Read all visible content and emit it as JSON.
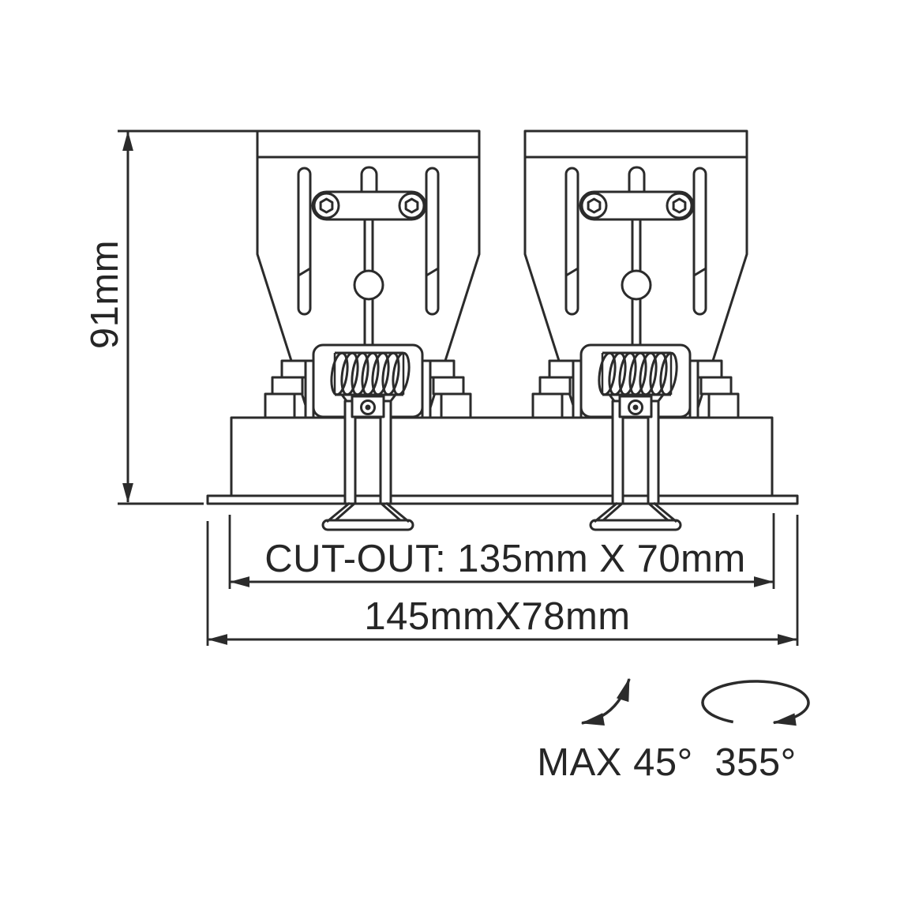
{
  "drawing": {
    "type": "technical-drawing",
    "subject": "dual recessed spotlight fixture - front elevation",
    "dimensions": {
      "height": "91mm",
      "cutout": "CUT-OUT: 135mm X 70mm",
      "overall": "145mmX78mm"
    },
    "annotations": {
      "tilt": {
        "icon": "tilt-arc-arrow",
        "label": "MAX 45°"
      },
      "rotation": {
        "icon": "rotation-ellipse-arrow",
        "label": "355°"
      }
    },
    "colors": {
      "line": "#2b2b2b",
      "text": "#262626",
      "background": "#ffffff"
    }
  }
}
